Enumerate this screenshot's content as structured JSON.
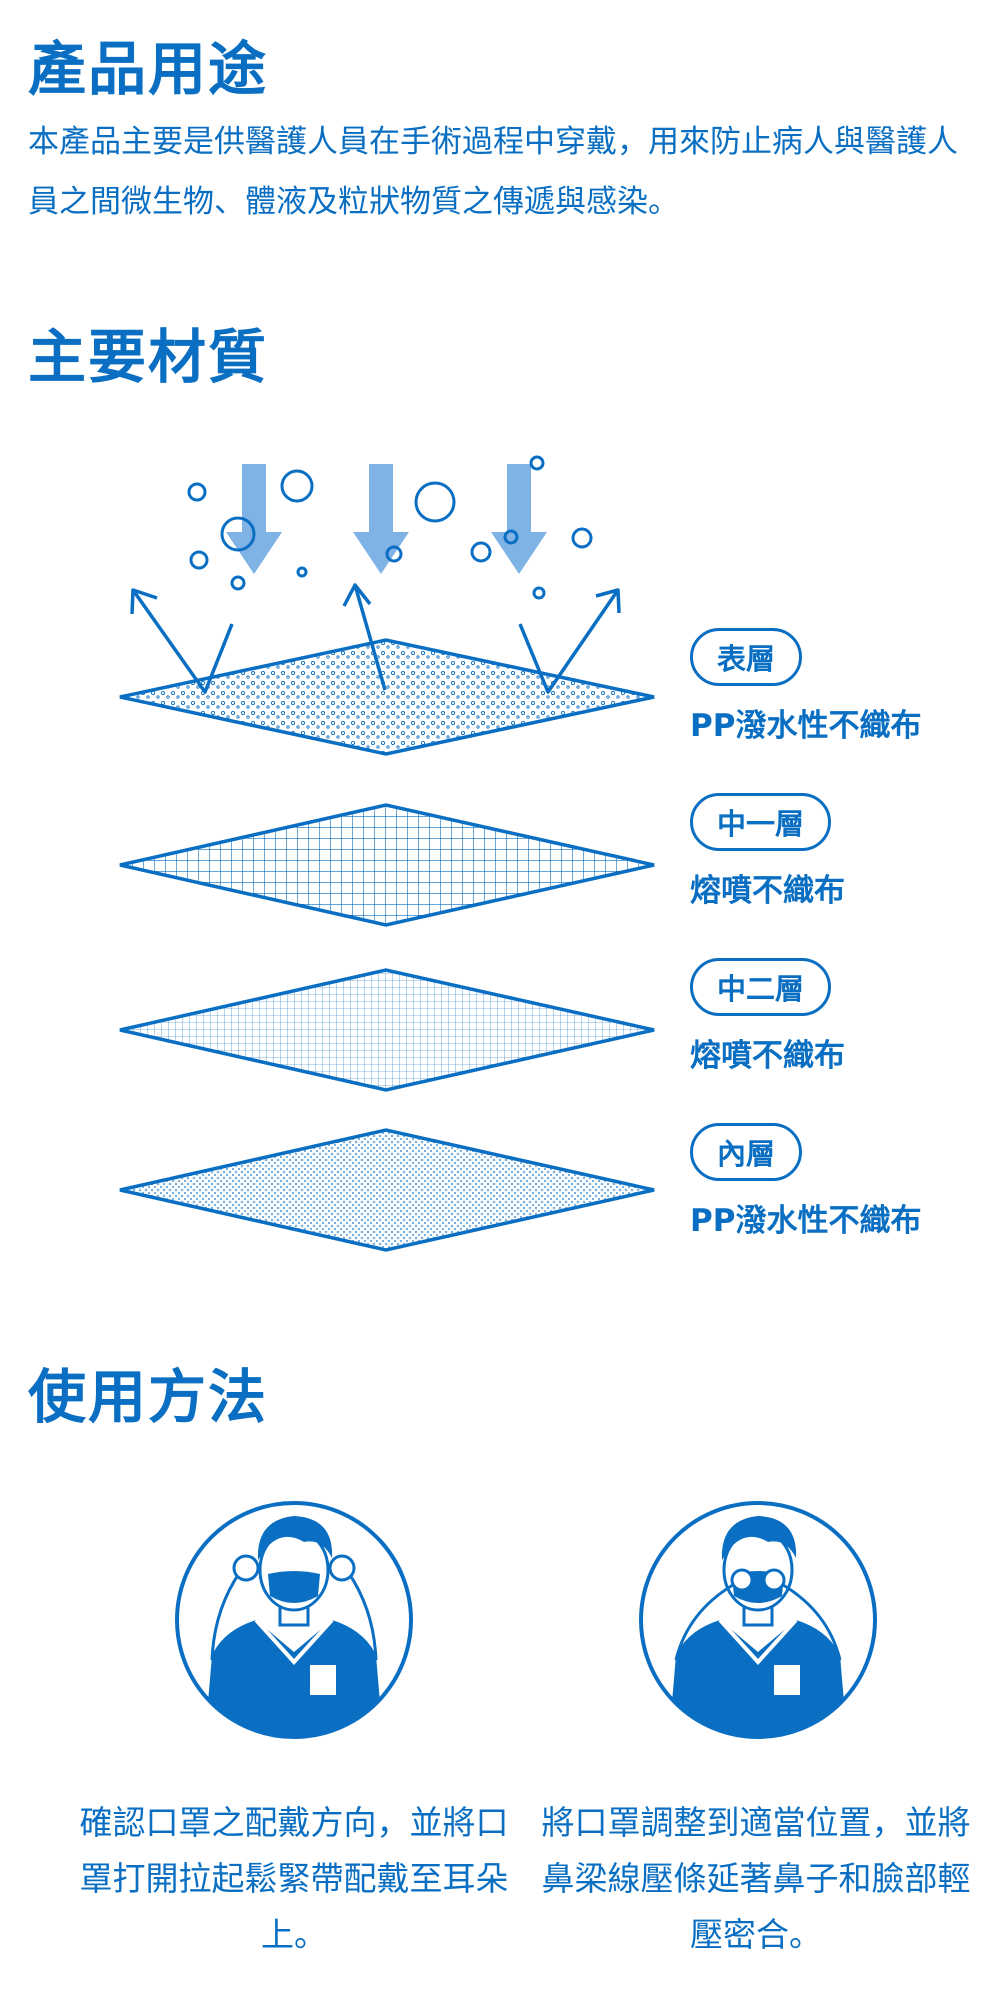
{
  "usage": {
    "title": "產品用途",
    "text": "本產品主要是供醫護人員在手術過程中穿戴，用來防止病人與醫護人員之間微生物、體液及粒狀物質之傳遞與感染。"
  },
  "materials": {
    "title": "主要材質",
    "layers": [
      {
        "name": "表層",
        "desc": "PP潑水性不織布"
      },
      {
        "name": "中一層",
        "desc": "熔噴不織布"
      },
      {
        "name": "中二層",
        "desc": "熔噴不織布"
      },
      {
        "name": "內層",
        "desc": "PP潑水性不織布"
      }
    ]
  },
  "method": {
    "title": "使用方法",
    "steps": [
      {
        "text": "確認口罩之配戴方向，並將口罩打開拉起鬆緊帶配戴至耳朵上。"
      },
      {
        "text": "將口罩調整到適當位置，並將鼻梁線壓條延著鼻子和臉部輕壓密合。"
      }
    ]
  },
  "colors": {
    "primary": "#0a6fc2",
    "arrow_fill": "#7fb3e6",
    "background": "#ffffff"
  },
  "icons": [
    "down-arrow-icon",
    "bounce-arrow-icon",
    "particle-bubble-icon",
    "person-wearing-mask-icon"
  ]
}
